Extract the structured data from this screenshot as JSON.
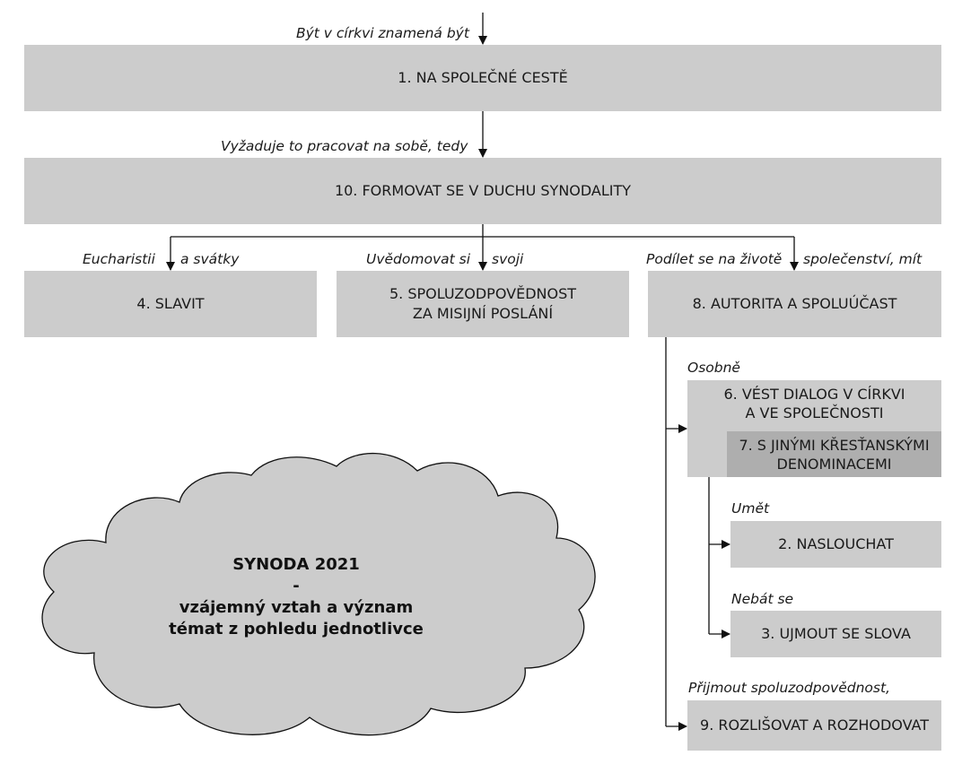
{
  "top_label": "Být v církvi znamená být",
  "box1": "1. NA SPOLEČNÉ CESTĚ",
  "label_work": "Vyžaduje to pracovat na sobě, tedy",
  "box10": "10. FORMOVAT SE V DUCHU SYNODALITY",
  "label_eucharist": "Eucharistii",
  "label_holidays": "a svátky",
  "label_aware": "Uvědomovat si",
  "label_own": "svoji",
  "label_share": "Podílet se na životě",
  "label_community": "společenství, mít",
  "box4": "4. SLAVIT",
  "box5_line1": "5. SPOLUZODPOVĚDNOST",
  "box5_line2": "ZA MISIJNÍ POSLÁNÍ",
  "box8": "8. AUTORITA A SPOLUÚČAST",
  "label_personally": "Osobně",
  "box6_line1": "6. VÉST DIALOG V CÍRKVI",
  "box6_line2": "A VE SPOLEČNOSTI",
  "box7_line1": "7. S JINÝMI KŘESŤANSKÝMI",
  "box7_line2": "DENOMINACEMI",
  "label_can": "Umět",
  "box2": "2. NASLOUCHAT",
  "label_fear": "Nebát se",
  "box3": "3. UJMOUT SE SLOVA",
  "label_accept": "Přijmout spoluzodpovědnost,",
  "box9": "9. ROZLIŠOVAT A ROZHODOVAT",
  "cloud": {
    "line1": "SYNODA 2021",
    "line2": "-",
    "line3": "vzájemný vztah a význam",
    "line4": "témat z pohledu jednotlivce"
  }
}
